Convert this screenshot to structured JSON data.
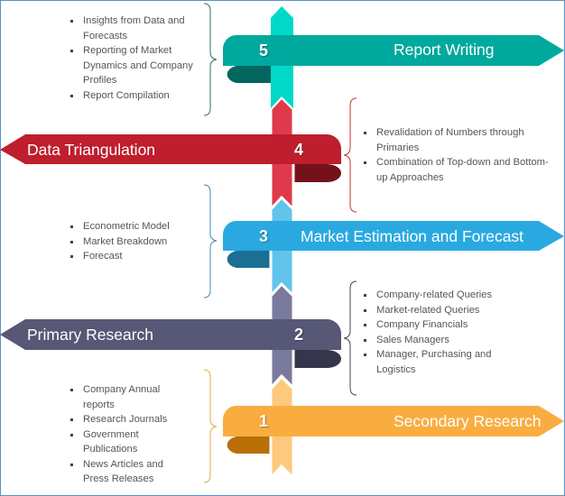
{
  "steps": [
    {
      "number": "1",
      "title": "Secondary Research",
      "bullets": [
        "Company Annual reports",
        "Research Journals",
        "Government Publications",
        "News Articles and Press Releases"
      ]
    },
    {
      "number": "2",
      "title": "Primary Research",
      "bullets": [
        "Company-related Queries",
        "Market-related Queries",
        "Company Financials",
        "Sales Managers",
        "Manager, Purchasing and Logistics"
      ]
    },
    {
      "number": "3",
      "title": "Market Estimation and Forecast",
      "bullets": [
        "Econometric Model",
        "Market Breakdown",
        "Forecast"
      ]
    },
    {
      "number": "4",
      "title": "Data Triangulation",
      "bullets": [
        "Revalidation of Numbers through Primaries",
        "Combination of Top-down and Bottom-up Approaches"
      ]
    },
    {
      "number": "5",
      "title": "Report Writing",
      "bullets": [
        "Insights from Data and Forecasts",
        "Reporting of Market Dynamics and Company Profiles",
        "Report Compilation"
      ]
    }
  ],
  "colors": {
    "step1": "#f9ad40",
    "step2": "#575875",
    "step3": "#29a9e0",
    "step4": "#be1e2d",
    "step5": "#00a99d"
  }
}
